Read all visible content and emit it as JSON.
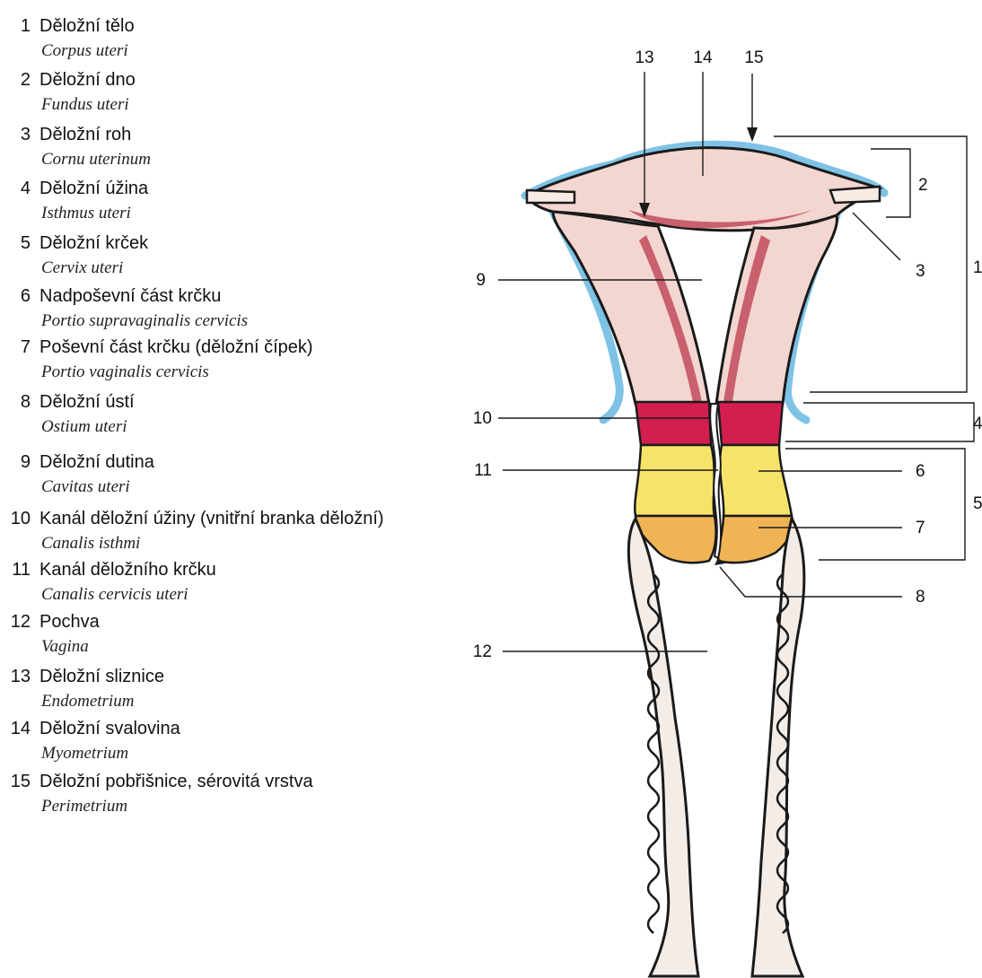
{
  "legend": {
    "items": [
      {
        "number": "1",
        "name": "Děložní tělo",
        "latin": "Corpus uteri"
      },
      {
        "number": "2",
        "name": "Děložní dno",
        "latin": "Fundus uteri"
      },
      {
        "number": "3",
        "name": "Děložní roh",
        "latin": "Cornu uterinum"
      },
      {
        "number": "4",
        "name": "Děložní úžina",
        "latin": "Isthmus uteri"
      },
      {
        "number": "5",
        "name": "Děložní krček",
        "latin": "Cervix uteri"
      },
      {
        "number": "6",
        "name": "Nadpoševní část krčku",
        "latin": "Portio supravaginalis cervicis"
      },
      {
        "number": "7",
        "name": "Poševní část krčku (děložní čípek)",
        "latin": "Portio vaginalis cervicis"
      },
      {
        "number": "8",
        "name": "Děložní ústí",
        "latin": "Ostium uteri"
      },
      {
        "number": "9",
        "name": "Děložní dutina",
        "latin": "Cavitas uteri"
      },
      {
        "number": "10",
        "name": "Kanál děložní úžiny (vnitřní branka děložní)",
        "latin": "Canalis isthmi"
      },
      {
        "number": "11",
        "name": "Kanál děložního krčku",
        "latin": "Canalis cervicis uteri"
      },
      {
        "number": "12",
        "name": "Pochva",
        "latin": "Vagina"
      },
      {
        "number": "13",
        "name": "Děložní sliznice",
        "latin": "Endometrium"
      },
      {
        "number": "14",
        "name": "Děložní svalovina",
        "latin": "Myometrium"
      },
      {
        "number": "15",
        "name": "Děložní pobřišnice, sérovitá vrstva",
        "latin": "Perimetrium"
      }
    ]
  },
  "figure": {
    "labels": {
      "l1": "1",
      "l2": "2",
      "l3": "3",
      "l4": "4",
      "l5": "5",
      "l6": "6",
      "l7": "7",
      "l8": "8",
      "l9": "9",
      "l10": "10",
      "l11": "11",
      "l12": "12",
      "l13": "13",
      "l14": "14",
      "l15": "15"
    },
    "colors": {
      "perimetrium": "#7ec3e6",
      "myometrium": "#f2d6cf",
      "endometrium": "#c9606e",
      "isthmus": "#d21f4f",
      "supravaginal": "#f6e46a",
      "vaginal_portio": "#f0b455",
      "vagina_wall": "#f4ece6",
      "outline": "#1a1a1a"
    }
  }
}
